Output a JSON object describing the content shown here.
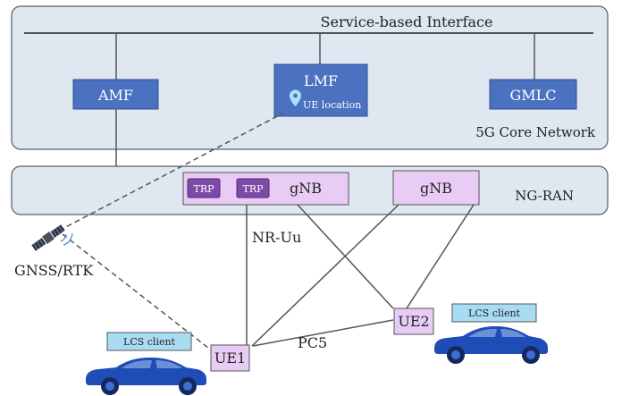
{
  "core_network": {
    "bus_label": "Service-based Interface",
    "label": "5G Core Network",
    "amf": "AMF",
    "lmf": "LMF",
    "lmf_tag": "UE location",
    "gmlc": "GMLC"
  },
  "ran": {
    "label": "NG-RAN",
    "gnb_1": {
      "label": "gNB",
      "trp_a": "TRP",
      "trp_b": "TRP"
    },
    "gnb_2": {
      "label": "gNB"
    }
  },
  "links": {
    "nr_uu": "NR-Uu",
    "pc5": "PC5"
  },
  "satellite": {
    "label": "GNSS/RTK"
  },
  "ue_1": {
    "label": "UE1",
    "client": "LCS client"
  },
  "ue_2": {
    "label": "UE2",
    "client": "LCS client"
  },
  "colors": {
    "panel_fill": "#dfe7f1",
    "panel_stroke": "#5c5c5c",
    "node_blue": "#4a72c0",
    "node_blue_stroke": "#2f4f8e",
    "gnb_fill": "#e8ccf5",
    "trp_fill": "#7d4aa8",
    "client_fill": "#a9dcf3",
    "car_blue": "#1f4db8",
    "line": "#555555"
  }
}
